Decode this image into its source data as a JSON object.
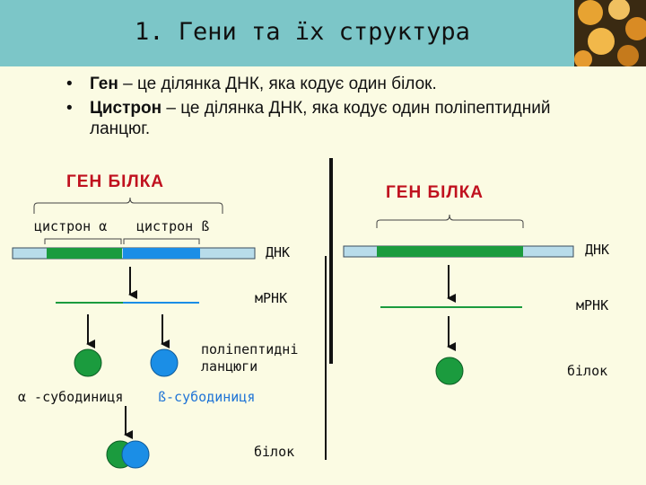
{
  "slide": {
    "title": "1. Гени та їх структура",
    "bullets": [
      {
        "term": "Ген",
        "rest": " – це ділянка ДНК, яка кодує один білок."
      },
      {
        "term": "Цистрон",
        "rest": " – це ділянка ДНК, яка кодує один поліпептидний ланцюг."
      }
    ]
  },
  "left": {
    "gene_label": "ГЕН БІЛКА",
    "cistron_alpha": "цистрон α",
    "cistron_beta": "цистрон ß",
    "dna_label": "ДНК",
    "mrna_label": "мРНК",
    "polypeptide_label": "поліпептидні ланцюги",
    "alpha_subunit": "α -субодиниця",
    "beta_subunit": "ß-субодиниця",
    "protein_label": "білок"
  },
  "right": {
    "gene_label": "ГЕН БІЛКА",
    "dna_label": "ДНК",
    "mrna_label": "мРНК",
    "protein_label": "білок"
  },
  "colors": {
    "header": "#7cc6c8",
    "background": "#fbfbe3",
    "gene_label": "#c0111f",
    "green": "#1b9b3e",
    "blue": "#1b8ee6",
    "dna_strand": "#b8dcea",
    "beta_text": "#1f74d6"
  }
}
